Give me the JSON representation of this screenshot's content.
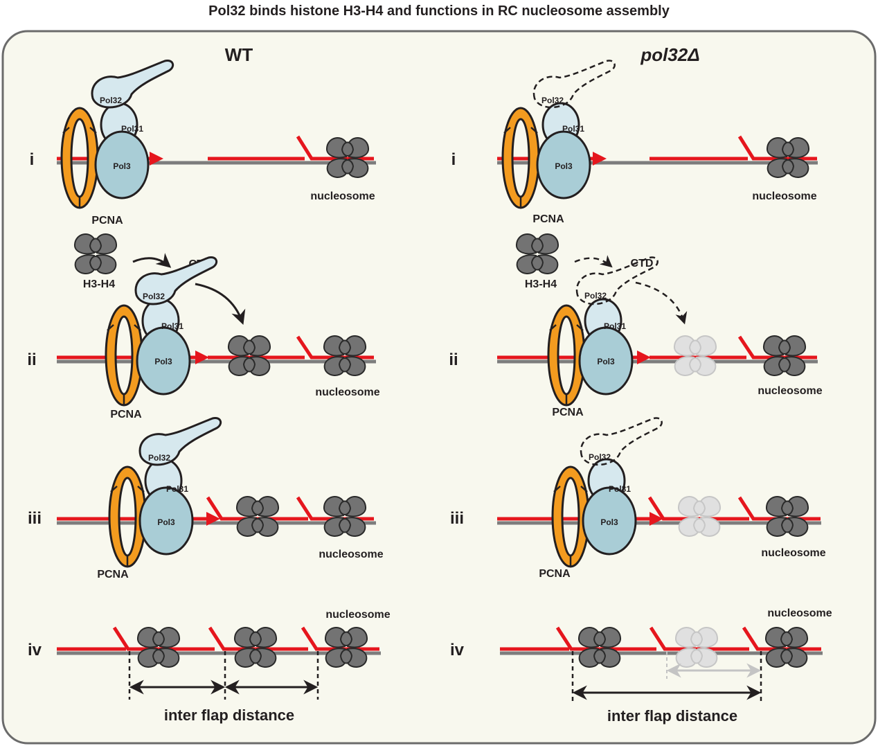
{
  "title": "Pol32 binds histone H3-H4 and functions in RC nucleosome assembly",
  "columns": {
    "wt": "WT",
    "mutant": "pol32Δ"
  },
  "rows": [
    "i",
    "ii",
    "iii",
    "iv"
  ],
  "labels": {
    "pcna": "PCNA",
    "pol3": "Pol3",
    "pol31": "Pol31",
    "pol32": "Pol32",
    "nucleosome": "nucleosome",
    "h3h4": "H3-H4",
    "ctd": "CTD",
    "inter_flap": "inter flap distance"
  },
  "colors": {
    "frame_fill": "#f8f8ee",
    "pcna": "#f39b1f",
    "polymerase": "#a9cdd6",
    "new_dna": "#e5161d",
    "template_dna": "#7d7d7d",
    "histone": "#737373"
  }
}
